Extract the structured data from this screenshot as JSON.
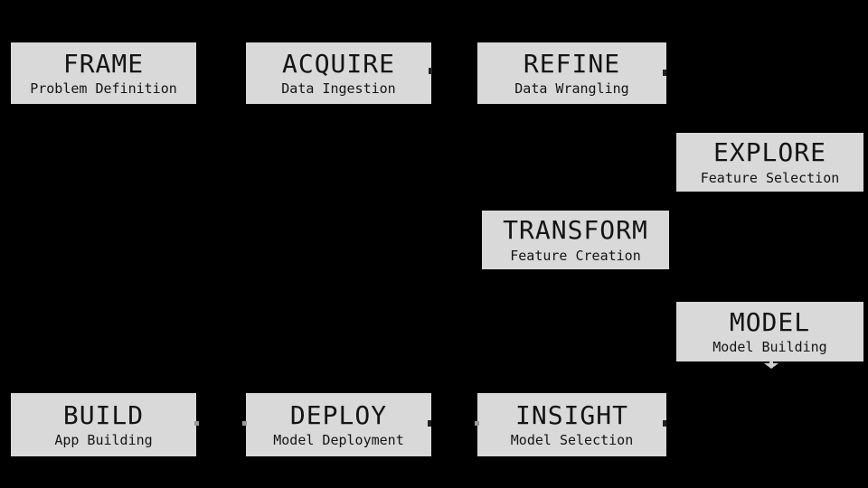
{
  "diagram": {
    "background_color": "#000000",
    "box_fill_color": "#d9d9d9",
    "box_text_color": "#141414",
    "stages": [
      {
        "id": "frame",
        "title": "FRAME",
        "subtitle": "Problem Definition"
      },
      {
        "id": "acquire",
        "title": "ACQUIRE",
        "subtitle": "Data Ingestion"
      },
      {
        "id": "refine",
        "title": "REFINE",
        "subtitle": "Data Wrangling"
      },
      {
        "id": "explore",
        "title": "EXPLORE",
        "subtitle": "Feature Selection"
      },
      {
        "id": "transform",
        "title": "TRANSFORM",
        "subtitle": "Feature Creation"
      },
      {
        "id": "model",
        "title": "MODEL",
        "subtitle": "Model Building"
      },
      {
        "id": "build",
        "title": "BUILD",
        "subtitle": "App Building"
      },
      {
        "id": "deploy",
        "title": "DEPLOY",
        "subtitle": "Model Deployment"
      },
      {
        "id": "insight",
        "title": "INSIGHT",
        "subtitle": "Model Selection"
      }
    ]
  }
}
